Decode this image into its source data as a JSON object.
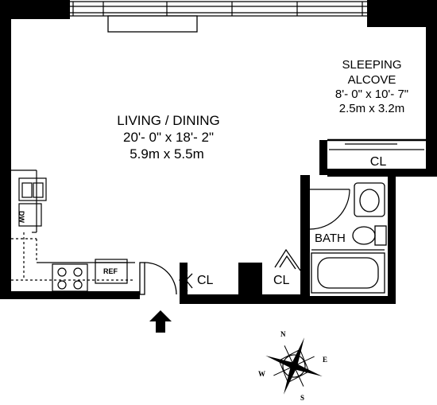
{
  "living": {
    "name": "LIVING / DINING",
    "dim_imperial": "20'- 0\" x 18'- 2\"",
    "dim_metric": "5.9m x 5.5m"
  },
  "alcove": {
    "name_line1": "SLEEPING",
    "name_line2": "ALCOVE",
    "dim_imperial": "8'- 0\" x 10'- 7\"",
    "dim_metric": "2.5m x 3.2m"
  },
  "closets": {
    "alcove": "CL",
    "entry_left": "CL",
    "entry_right": "CL"
  },
  "bath": {
    "name": "BATH"
  },
  "kitchen": {
    "dishwasher": "DW",
    "refrigerator": "REF"
  },
  "compass": {
    "n": "N",
    "e": "E",
    "s": "S",
    "w": "W"
  }
}
